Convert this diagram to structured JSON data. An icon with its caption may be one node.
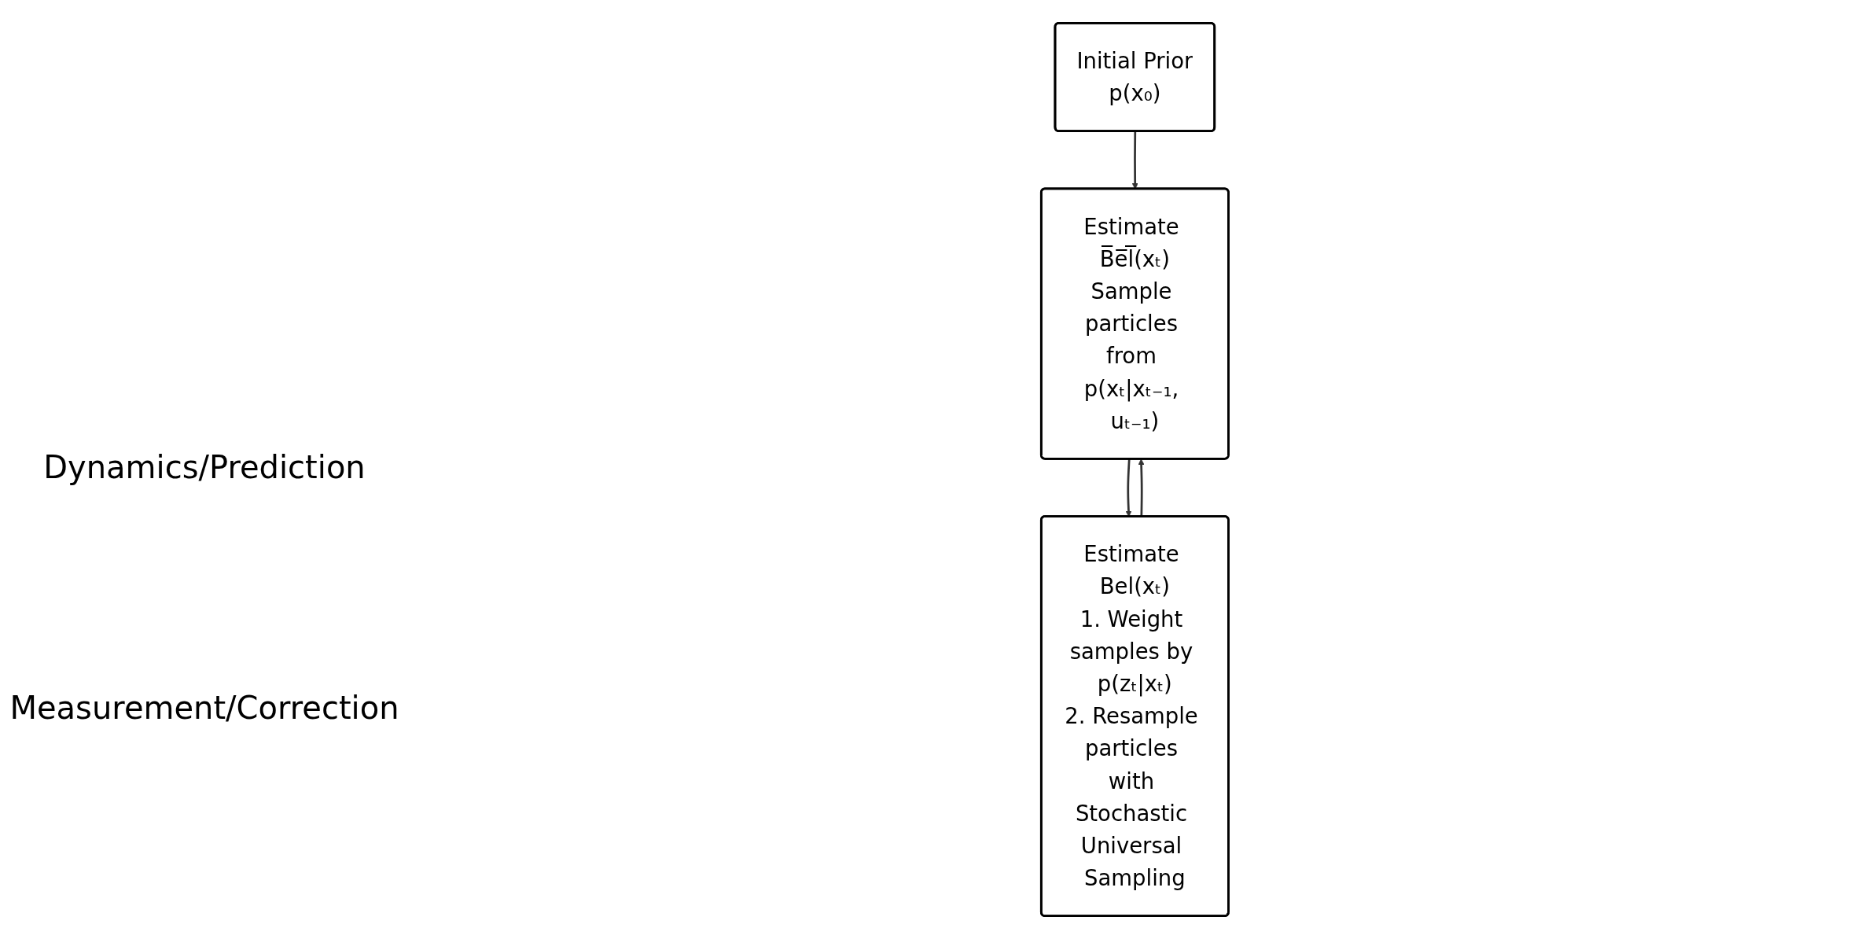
{
  "diagram": {
    "nodes": [
      {
        "text": [
          "Initial Prior",
          "p(x₀)"
        ]
      },
      {
        "text": [
          "Estimate B̅e̅l̅(xₜ)",
          "Sample particles from p(xₜ|xₜ₋₁, uₜ₋₁)"
        ]
      },
      {
        "text": [
          "Estimate Bel(xₜ)",
          "1. Weight samples by p(zₜ|xₜ)",
          "2. Resample particles with Stochastic Universal Sampling"
        ]
      }
    ],
    "edges": [
      {
        "from": 0,
        "to": 1,
        "arrow": "to"
      },
      {
        "from": 1,
        "to": 2,
        "arrow": "to"
      },
      {
        "from": 2,
        "to": 1,
        "arrow": "to"
      }
    ],
    "labels": [
      "Dynamics/Prediction",
      "Measurement/Correction"
    ]
  }
}
